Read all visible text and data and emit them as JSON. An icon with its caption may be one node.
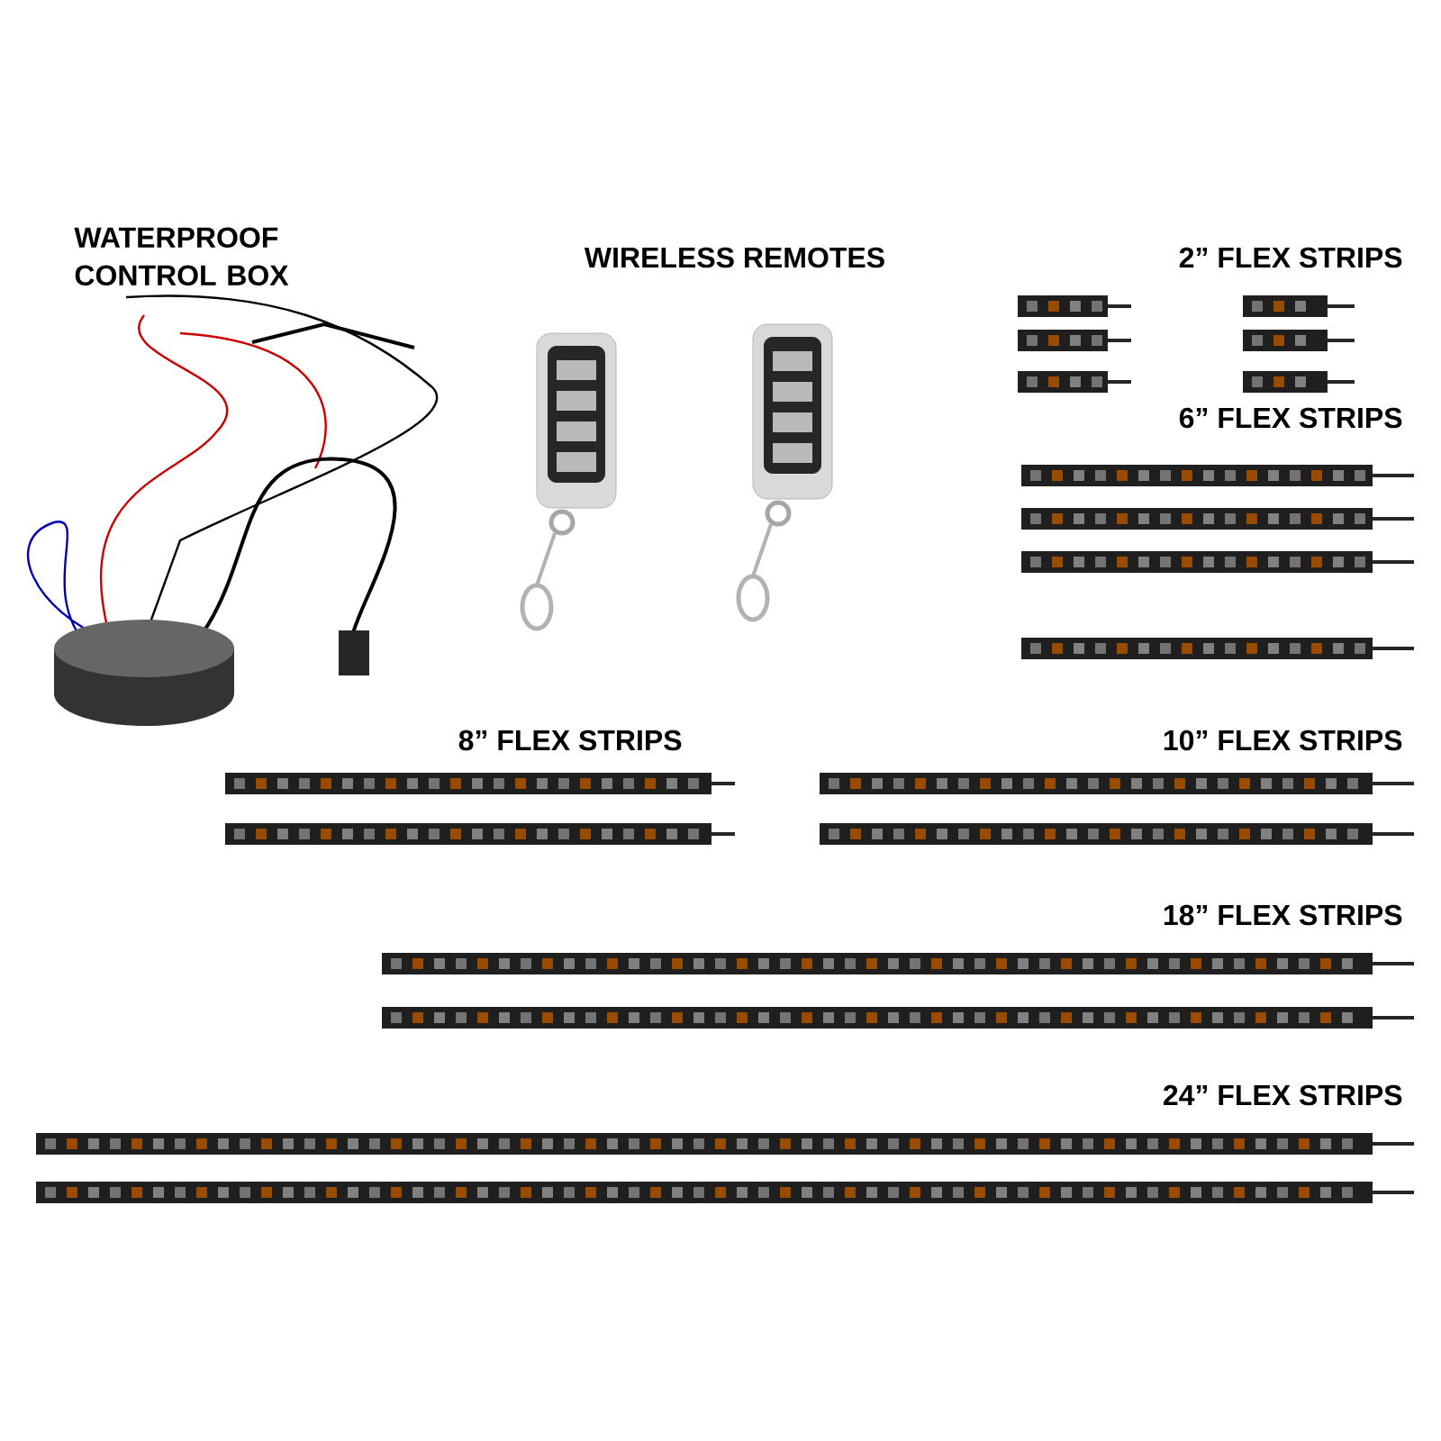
{
  "diagram": {
    "labels": [
      "WATERPROOF CONTROL BOX",
      "WIRELESS REMOTES",
      "2” FLEX STRIPS",
      "6” FLEX STRIPS",
      "8” FLEX STRIPS",
      "10” FLEX STRIPS",
      "18” FLEX STRIPS",
      "24” FLEX STRIPS"
    ]
  }
}
